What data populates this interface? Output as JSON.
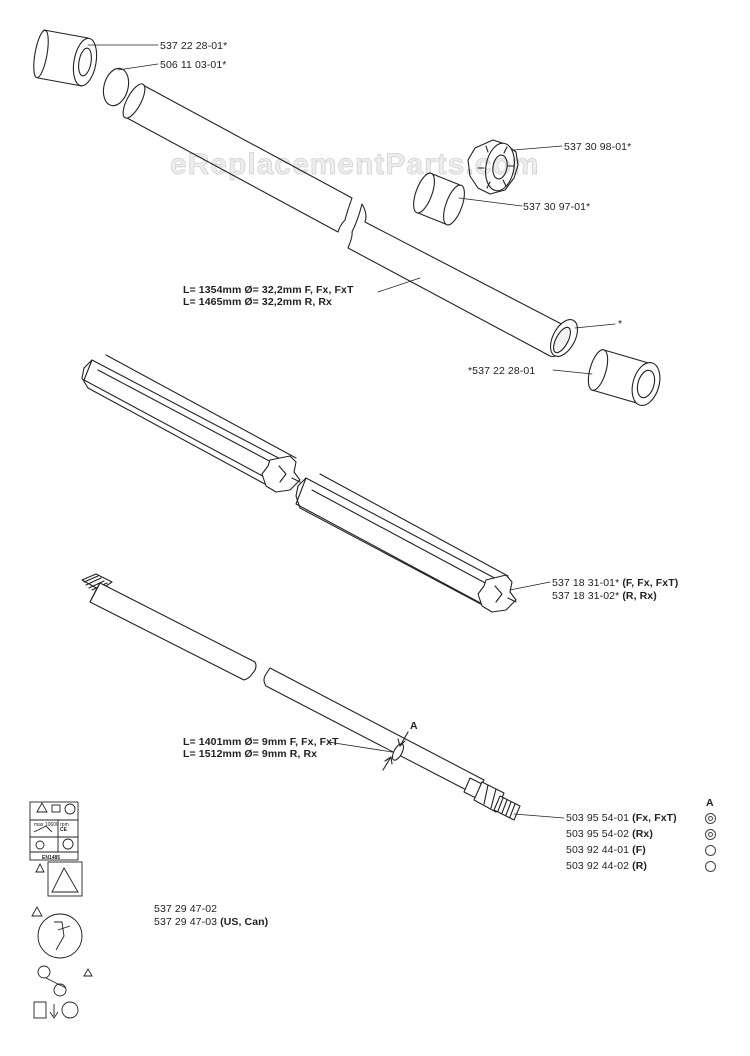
{
  "watermark": "eReplacementParts.com",
  "callouts": {
    "end_cap_top": "537 22 28-01*",
    "o_ring": "506 11 03-01*",
    "star_bushing": "537 30 98-01*",
    "sleeve": "537 30 97-01*",
    "tube_len_1": "L= 1354mm Ø= 32,2mm F, Fx, FxT",
    "tube_len_2": "L= 1465mm Ø= 32,2mm R, Rx",
    "tube_end_mark": "*",
    "end_cap_bottom": "*537 22 28-01",
    "liner_1_num": "537 18 31-01*",
    "liner_1_models": "(F, Fx, FxT)",
    "liner_2_num": "537 18 31-02*",
    "liner_2_models": "(R, Rx)",
    "shaft_len_1": "L= 1401mm Ø= 9mm F, Fx, FxT",
    "shaft_len_2": "L= 1512mm Ø= 9mm R, Rx",
    "section_marker": "A",
    "decal_1": "537 29 47-02",
    "decal_2_num": "537 29 47-03",
    "decal_2_region": "(US, Can)"
  },
  "shaft_parts": {
    "column_header": "A",
    "items": [
      {
        "number": "503 95 54-01",
        "models": "(Fx, FxT)",
        "symbol": "double-ring"
      },
      {
        "number": "503 95 54-02",
        "models": "(Rx)",
        "symbol": "double-ring"
      },
      {
        "number": "503 92 44-01",
        "models": "(F)",
        "symbol": "ring"
      },
      {
        "number": "503 92 44-02",
        "models": "(R)",
        "symbol": "ring"
      }
    ]
  },
  "decal_panel": {
    "rpm_text": "max 10600 rpm",
    "ce_text": "CE",
    "standard_text": "EN1485"
  }
}
